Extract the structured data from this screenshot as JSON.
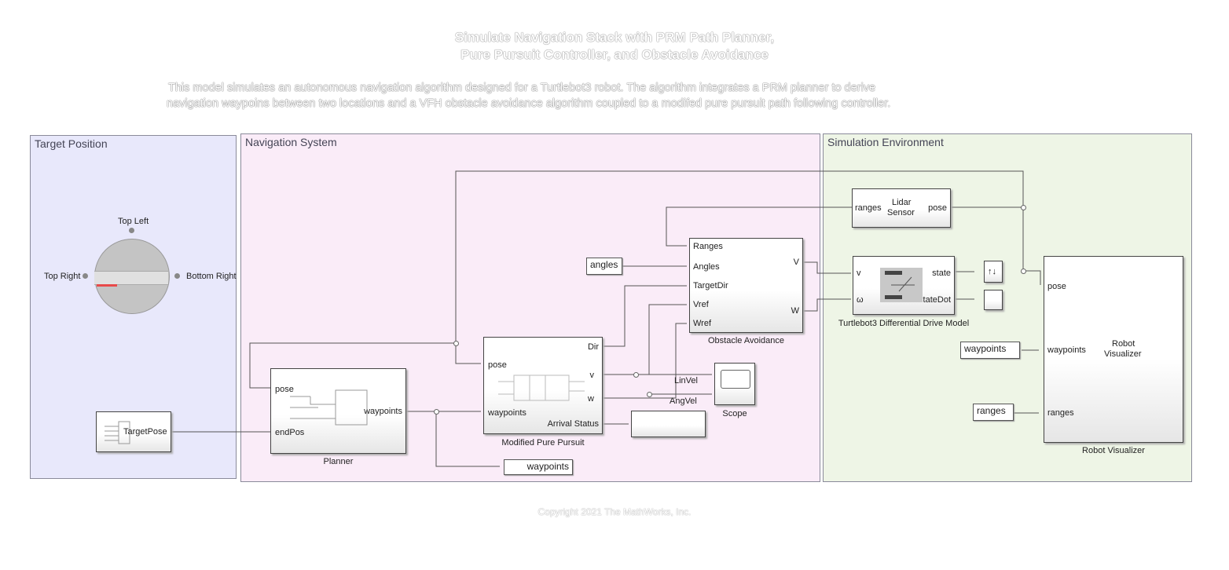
{
  "title": {
    "line1": "Simulate Navigation Stack with PRM Path Planner,",
    "line2": "Pure Pursuit Controller, and Obstacle Avoidance"
  },
  "description": {
    "line1": "This model simulates an autonomous navigation algorithm designed for a Turtlebot3 robot. The algorithm integrates a PRM planner to derive",
    "line2": "navigation waypoins between two locations and a VFH obstacle avoidance algorithm coupled to a modifed pure pursuit path following controller."
  },
  "areas": {
    "target": "Target Position",
    "navigation": "Navigation System",
    "simulation": "Simulation Environment"
  },
  "knob": {
    "top_left": "Top Left",
    "top_right": "Top Right",
    "bottom_right": "Bottom Right",
    "indicator_color": "#e84a4a"
  },
  "blocks": {
    "target_pose": {
      "label": "TargetPose"
    },
    "planner": {
      "name": "Planner",
      "in_pose": "pose",
      "in_endpos": "endPos",
      "out_waypoints": "waypoints"
    },
    "pure_pursuit": {
      "name": "Modified Pure Pursuit",
      "in_pose": "pose",
      "in_waypoints": "waypoints",
      "out_dir": "Dir",
      "out_v": "v",
      "out_w": "w",
      "out_arrival": "Arrival Status"
    },
    "obstacle": {
      "name": "Obstacle Avoidance",
      "in_ranges": "Ranges",
      "in_angles": "Angles",
      "in_targetdir": "TargetDir",
      "in_vref": "Vref",
      "in_wref": "Wref",
      "out_v": "V",
      "out_w": "W"
    },
    "angles_const": {
      "label": "angles"
    },
    "scope": {
      "name": "Scope",
      "lin_label": "LinVel",
      "ang_label": "AngVel"
    },
    "lidar": {
      "in": "ranges",
      "name_line1": "Lidar",
      "name_line2": "Sensor",
      "out": "pose"
    },
    "diffdrive": {
      "name": "Turtlebot3 Differential Drive Model",
      "in_v": "v",
      "in_w": "ω",
      "out_state": "state",
      "out_statedot": "stateDot"
    },
    "transpose": {
      "label": "↑↓"
    },
    "visualizer": {
      "name": "Robot Visualizer",
      "in_pose": "pose",
      "in_waypoints": "waypoints",
      "in_ranges": "ranges",
      "inner_line1": "Robot",
      "inner_line2": "Visualizer"
    }
  },
  "tags": {
    "waypoints_out": "waypoints",
    "waypoints_in": "waypoints",
    "ranges_in": "ranges"
  },
  "copyright": "Copyright 2021 The MathWorks, Inc."
}
